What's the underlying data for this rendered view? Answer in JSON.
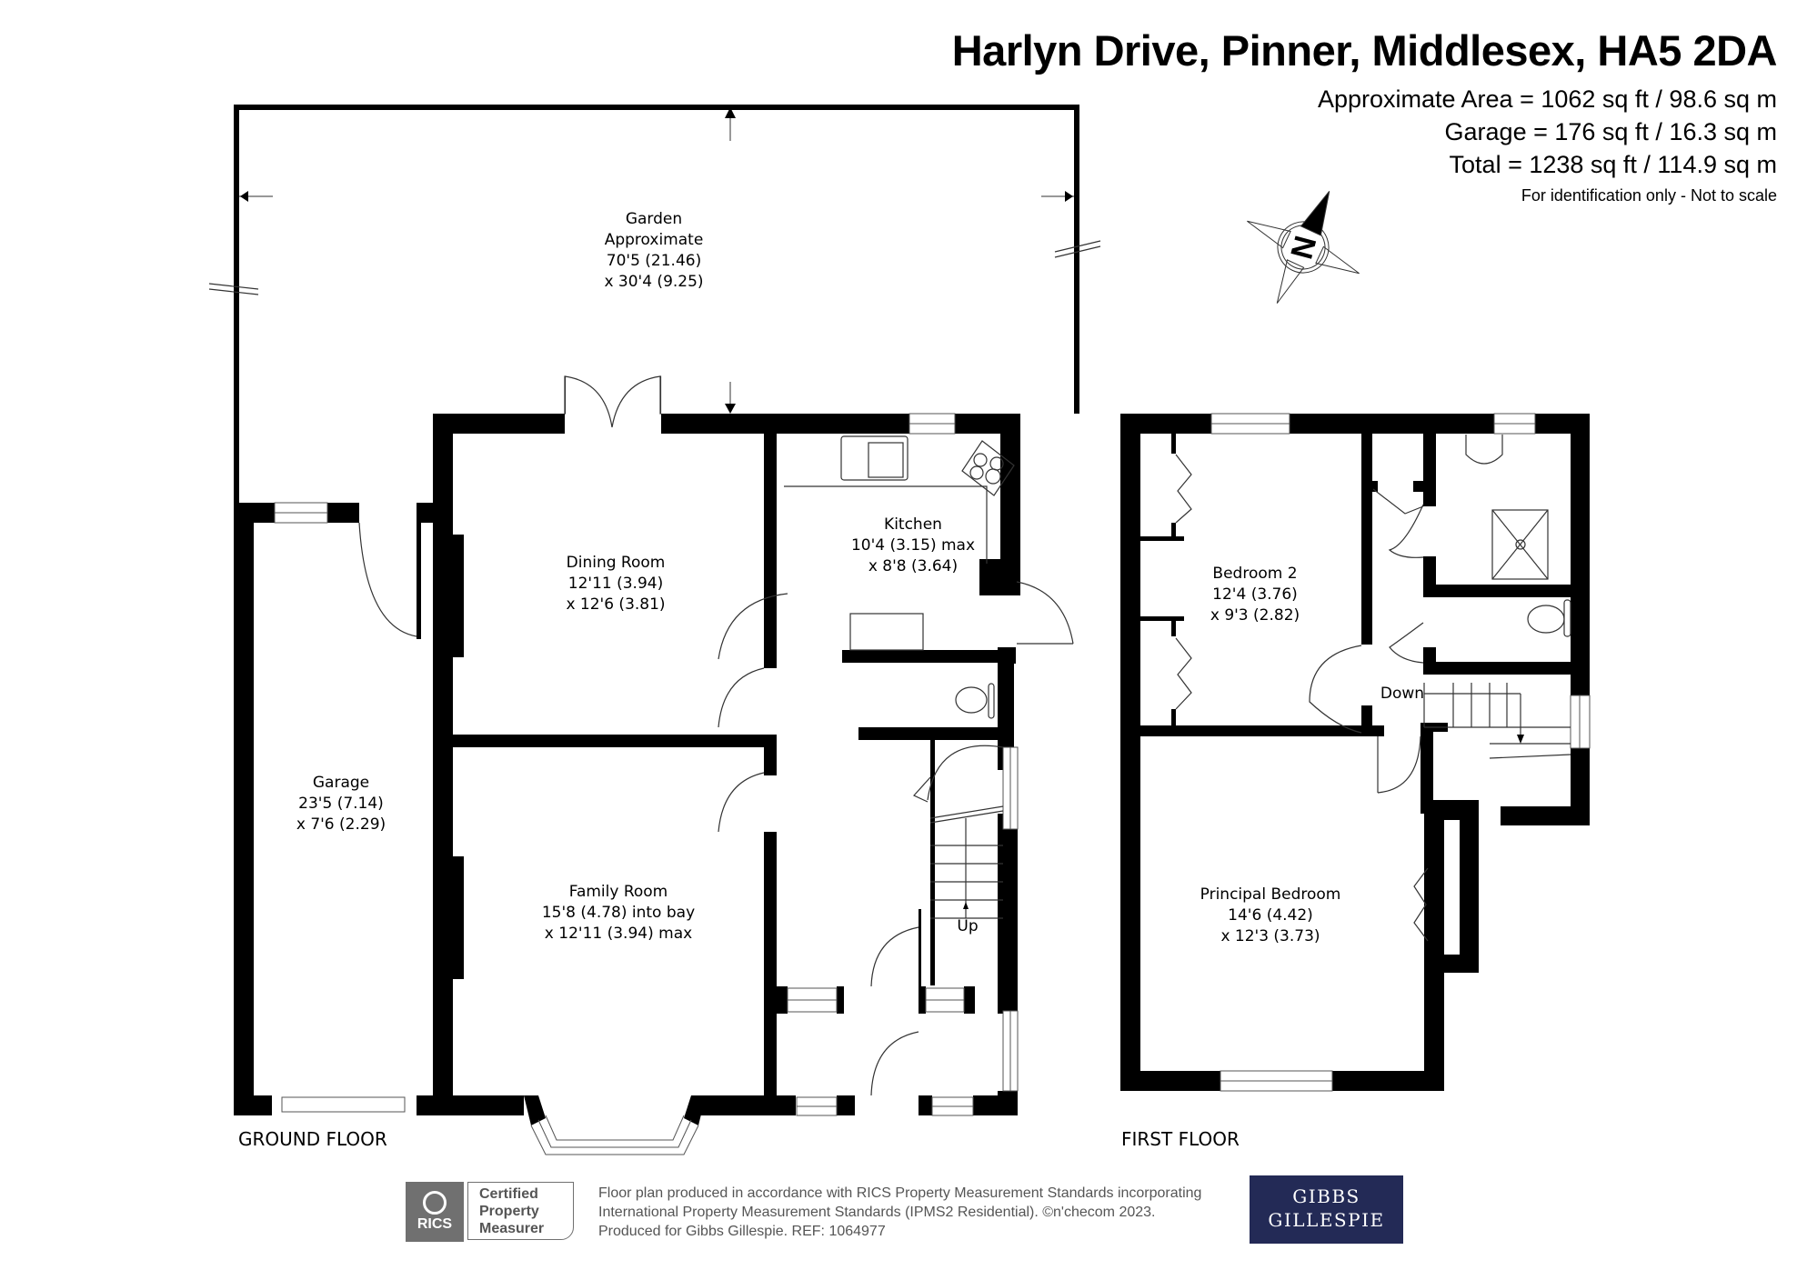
{
  "header": {
    "title": "Harlyn Drive, Pinner, Middlesex, HA5 2DA",
    "areas": [
      "Approximate Area = 1062 sq ft / 98.6 sq m",
      "Garage = 176 sq ft / 16.3 sq m",
      "Total = 1238 sq ft / 114.9 sq m"
    ],
    "note": "For identification only - Not to scale"
  },
  "compass": {
    "label": "N",
    "icon": "compass-rose-icon"
  },
  "ground_floor": {
    "label": "GROUND FLOOR",
    "rooms": {
      "garden": [
        "Garden",
        "Approximate",
        "70'5 (21.46)",
        "x 30'4 (9.25)"
      ],
      "dining": [
        "Dining Room",
        "12'11 (3.94)",
        "x 12'6 (3.81)"
      ],
      "kitchen": [
        "Kitchen",
        "10'4 (3.15) max",
        "x 8'8 (3.64)"
      ],
      "garage": [
        "Garage",
        "23'5 (7.14)",
        "x 7'6 (2.29)"
      ],
      "family": [
        "Family Room",
        "15'8 (4.78) into bay",
        "x 12'11 (3.94) max"
      ],
      "stairs": [
        "Up"
      ]
    }
  },
  "first_floor": {
    "label": "FIRST FLOOR",
    "rooms": {
      "bedroom2": [
        "Bedroom 2",
        "12'4 (3.76)",
        "x 9'3 (2.82)"
      ],
      "principal": [
        "Principal Bedroom",
        "14'6 (4.42)",
        "x 12'3 (3.73)"
      ],
      "stairs": [
        "Down"
      ]
    }
  },
  "footer": {
    "rics_brand": "RICS",
    "rics_badge": [
      "Certified",
      "Property",
      "Measurer"
    ],
    "text": [
      "Floor plan produced in accordance with RICS Property Measurement Standards incorporating",
      "International Property Measurement Standards (IPMS2 Residential).   ©nʹchecom 2023.",
      "Produced for Gibbs Gillespie.   REF:  1064977"
    ],
    "agent_logo": [
      "GIBBS",
      "GILLESPIE"
    ],
    "agent_color": "#232a56",
    "rics_color": "#707070"
  }
}
